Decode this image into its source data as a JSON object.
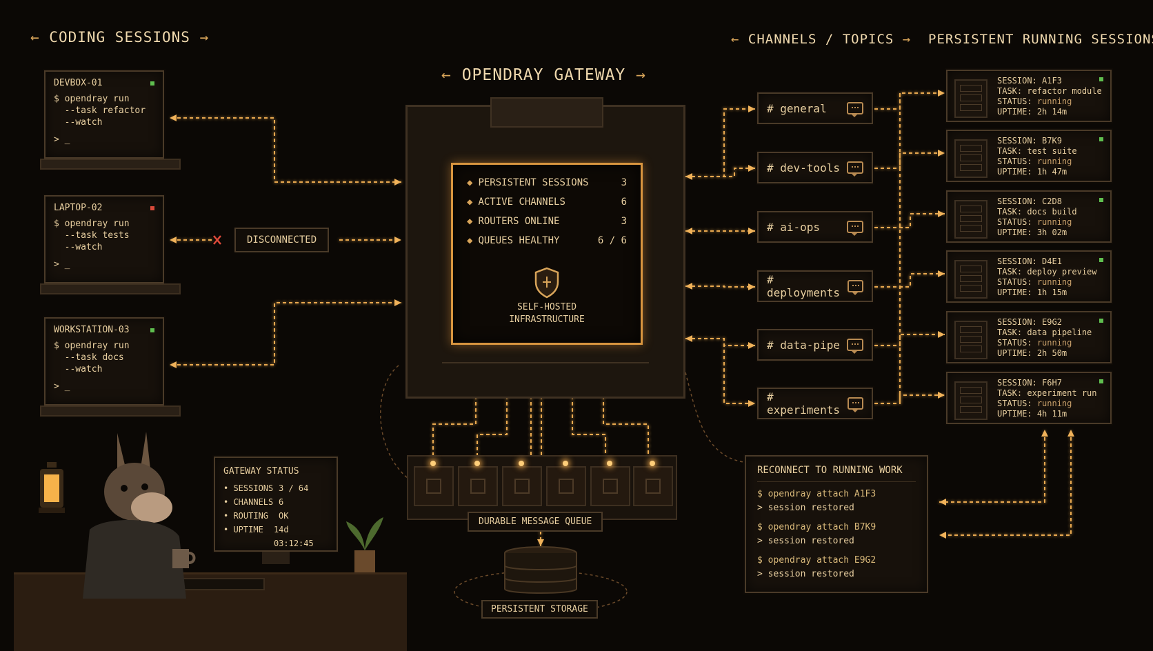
{
  "headers": {
    "coding_sessions": "CODING SESSIONS",
    "gateway": "OPENDRAY GATEWAY",
    "channels": "CHANNELS / TOPICS",
    "persistent": "PERSISTENT RUNNING SESSIONS"
  },
  "machines": [
    {
      "name": "DEVBOX-01",
      "status_color": "#5fbf4f",
      "lines": [
        "$ opendray run",
        "  --task refactor",
        "  --watch",
        "> _"
      ]
    },
    {
      "name": "LAPTOP-02",
      "status_color": "#d94a3a",
      "lines": [
        "$ opendray run",
        "  --task tests",
        "  --watch",
        "> _"
      ]
    },
    {
      "name": "WORKSTATION-03",
      "status_color": "#5fbf4f",
      "lines": [
        "$ opendray run",
        "  --task docs",
        "  --watch",
        "> _"
      ]
    }
  ],
  "disconnected_label": "DISCONNECTED",
  "gateway_stats": [
    {
      "label": "PERSISTENT SESSIONS",
      "value": "3"
    },
    {
      "label": "ACTIVE CHANNELS",
      "value": "6"
    },
    {
      "label": "ROUTERS ONLINE",
      "value": "3"
    },
    {
      "label": "QUEUES HEALTHY",
      "value": "6 / 6"
    }
  ],
  "gateway_caption": [
    "SELF-HOSTED",
    "INFRASTRUCTURE"
  ],
  "channels": [
    "# general",
    "# dev-tools",
    "# ai-ops",
    "# deployments",
    "# data-pipe",
    "# experiments"
  ],
  "sessions": [
    {
      "id": "SESSION: A1F3",
      "task": "refactor module",
      "status": "running",
      "uptime": "2h 14m"
    },
    {
      "id": "SESSION: B7K9",
      "task": "test suite",
      "status": "running",
      "uptime": "1h 47m"
    },
    {
      "id": "SESSION: C2D8",
      "task": "docs build",
      "status": "running",
      "uptime": "3h 02m"
    },
    {
      "id": "SESSION: D4E1",
      "task": "deploy preview",
      "status": "running",
      "uptime": "1h 15m"
    },
    {
      "id": "SESSION: E9G2",
      "task": "data pipeline",
      "status": "running",
      "uptime": "2h 50m"
    },
    {
      "id": "SESSION: F6H7",
      "task": "experiment run",
      "status": "running",
      "uptime": "4h 11m"
    }
  ],
  "session_labels": {
    "task": "TASK:",
    "status": "STATUS:",
    "uptime": "UPTIME:"
  },
  "queue_label": "DURABLE MESSAGE QUEUE",
  "storage_label": "PERSISTENT STORAGE",
  "gateway_status": {
    "title": "GATEWAY STATUS",
    "rows": [
      {
        "label": "SESSIONS",
        "value": "3 / 64"
      },
      {
        "label": "CHANNELS",
        "value": "6"
      },
      {
        "label": "ROUTING",
        "value": "OK"
      },
      {
        "label": "UPTIME",
        "value": "14d 03:12:45"
      }
    ]
  },
  "reconnect": {
    "title": "RECONNECT TO RUNNING WORK",
    "entries": [
      {
        "cmd": "$ opendray attach A1F3",
        "result": "> session restored"
      },
      {
        "cmd": "$ opendray attach B7K9",
        "result": "> session restored"
      },
      {
        "cmd": "$ opendray attach E9G2",
        "result": "> session restored"
      }
    ]
  },
  "colors": {
    "accent": "#f0b25a",
    "wire": "#e9a94f",
    "ok": "#5fbf4f",
    "err": "#d94a3a",
    "cmd": "#d9b97a"
  },
  "icons": {
    "gateway": "shield-icon",
    "channel": "chat-bubble-icon",
    "rack": "server-rack-icon",
    "storage": "database-icon",
    "error": "x-mark-icon"
  }
}
